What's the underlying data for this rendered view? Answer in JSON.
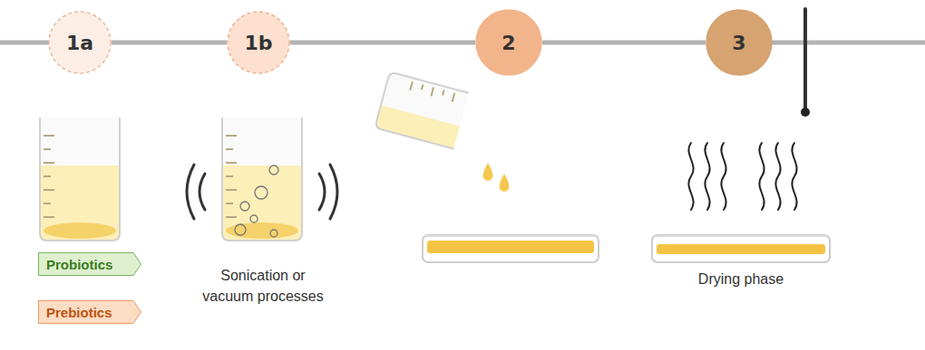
{
  "diagram": {
    "nodes": [
      {
        "text": [
          "1a"
        ]
      },
      {
        "text": [
          "1b"
        ]
      },
      {
        "text": [
          "2"
        ]
      },
      {
        "text": [
          "3"
        ]
      },
      {
        "text": [
          "Probiotics"
        ]
      },
      {
        "text": [
          "Prebiotics"
        ]
      }
    ],
    "edges": [
      {
        "from": 0,
        "to": 1,
        "arrow": "none"
      },
      {
        "from": 1,
        "to": 2,
        "arrow": "none"
      },
      {
        "from": 2,
        "to": 3,
        "arrow": "none"
      }
    ],
    "labels": [
      "Sonication or vacuum processes",
      "Drying phase"
    ]
  }
}
